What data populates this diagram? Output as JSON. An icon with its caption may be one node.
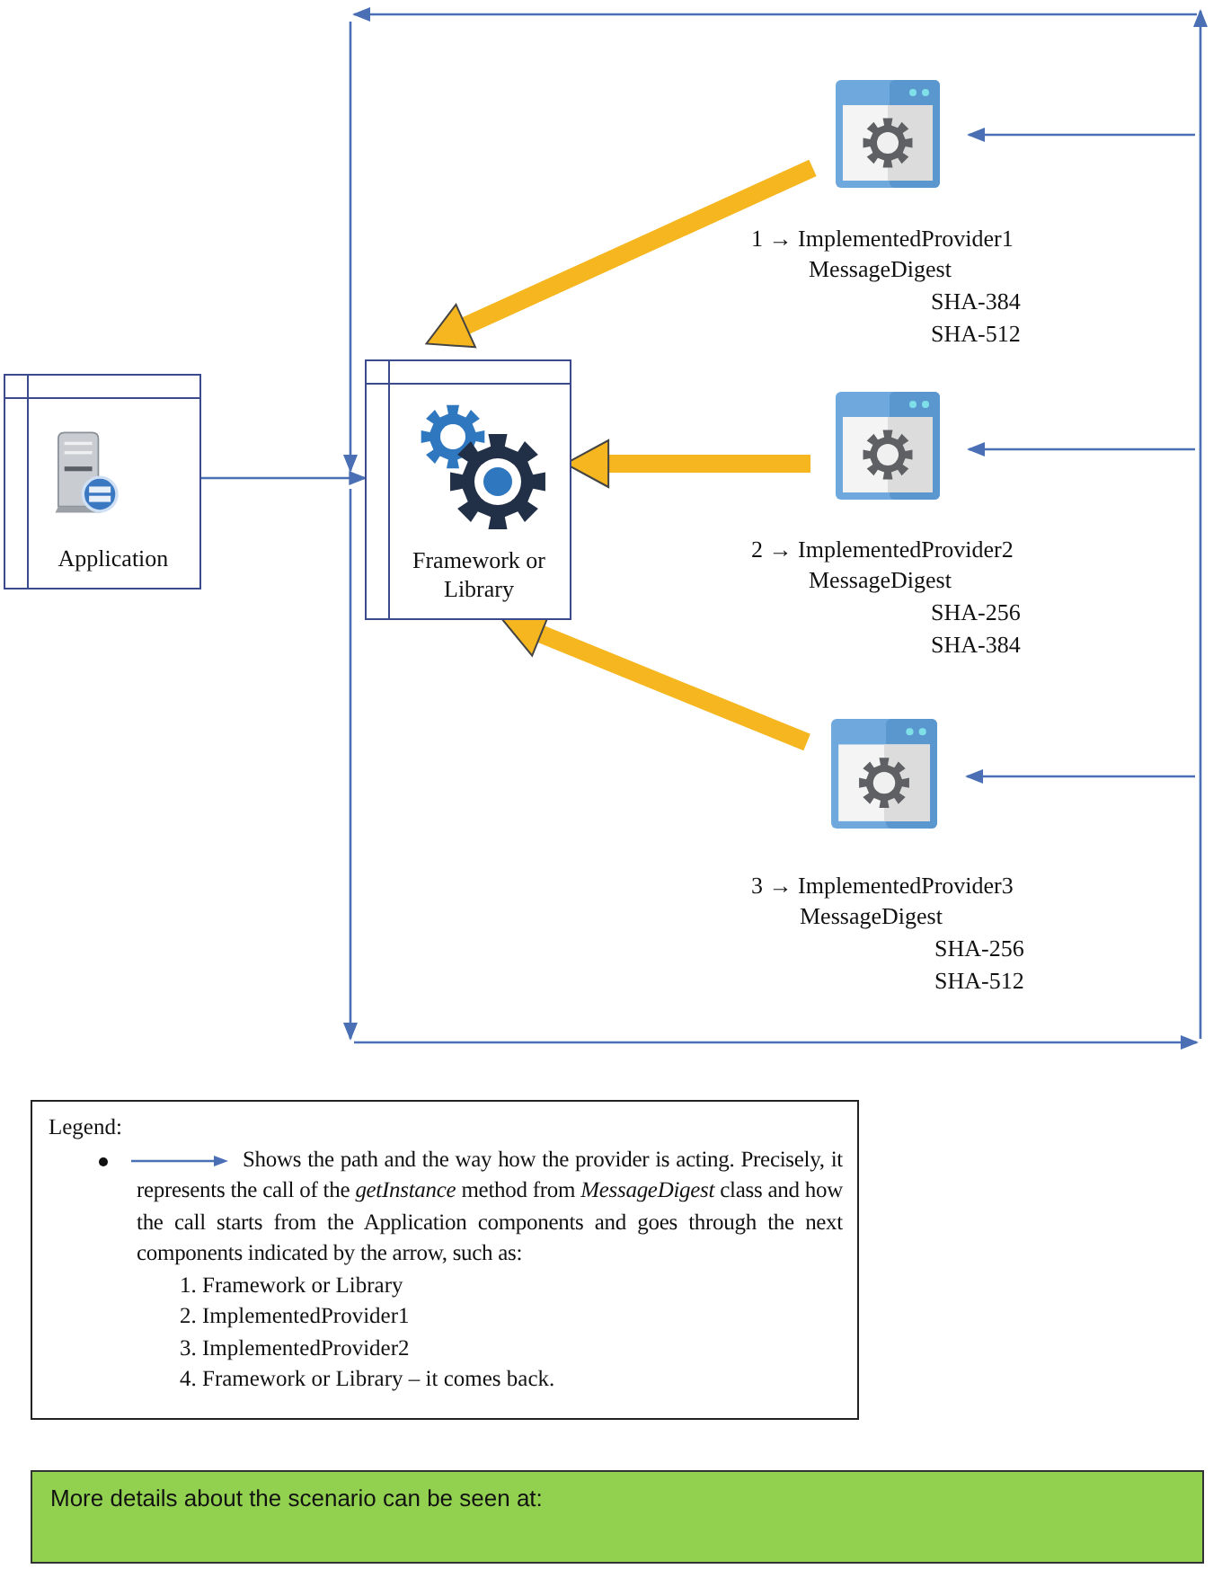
{
  "diagram": {
    "nodes": [
      {
        "text": [
          "Application"
        ]
      },
      {
        "text": [
          "Framework or Library"
        ]
      },
      {
        "text": [],
        "shape": "picture",
        "beside": [
          "1 → ImplementedProvider1",
          "MessageDigest",
          "SHA-384",
          "SHA-512"
        ]
      },
      {
        "text": [],
        "shape": "picture",
        "beside": [
          "2 → ImplementedProvider2",
          "MessageDigest",
          "SHA-256",
          "SHA-384"
        ]
      },
      {
        "text": [],
        "shape": "picture",
        "beside": [
          "3 → ImplementedProvider3",
          "MessageDigest",
          "SHA-256",
          "SHA-512"
        ]
      },
      {
        "text": [
          "Legend:",
          "Shows the path and the way how the provider is acting. Precisely, it represents the call of the *getInstance* method from *MessageDigest* class and how the call starts from the Application components and goes through the next components indicated by the arrow, such as:",
          "1. Framework or Library",
          "2. ImplementedProvider1",
          "3. ImplementedProvider2",
          "4. Framework or Library – it comes back."
        ]
      },
      {
        "text": [
          "More details about the scenario can be seen at:"
        ]
      }
    ],
    "edges": [
      {
        "from": 0,
        "to": 1,
        "arrow": "to"
      },
      {
        "from": null,
        "to": 1,
        "arrow": "to"
      },
      {
        "from": 1,
        "to": null,
        "arrow": "to"
      },
      {
        "from": null,
        "to": 2,
        "arrow": "to"
      },
      {
        "from": null,
        "to": 3,
        "arrow": "to"
      },
      {
        "from": null,
        "to": 4,
        "arrow": "to"
      },
      {
        "from": 2,
        "to": 1,
        "arrow": "to",
        "style": "thick",
        "color": "#f5b61f"
      },
      {
        "from": 3,
        "to": 1,
        "arrow": "to",
        "style": "thick",
        "color": "#f5b61f"
      },
      {
        "from": 4,
        "to": 1,
        "arrow": "to",
        "style": "thick",
        "color": "#f5b61f"
      }
    ]
  }
}
